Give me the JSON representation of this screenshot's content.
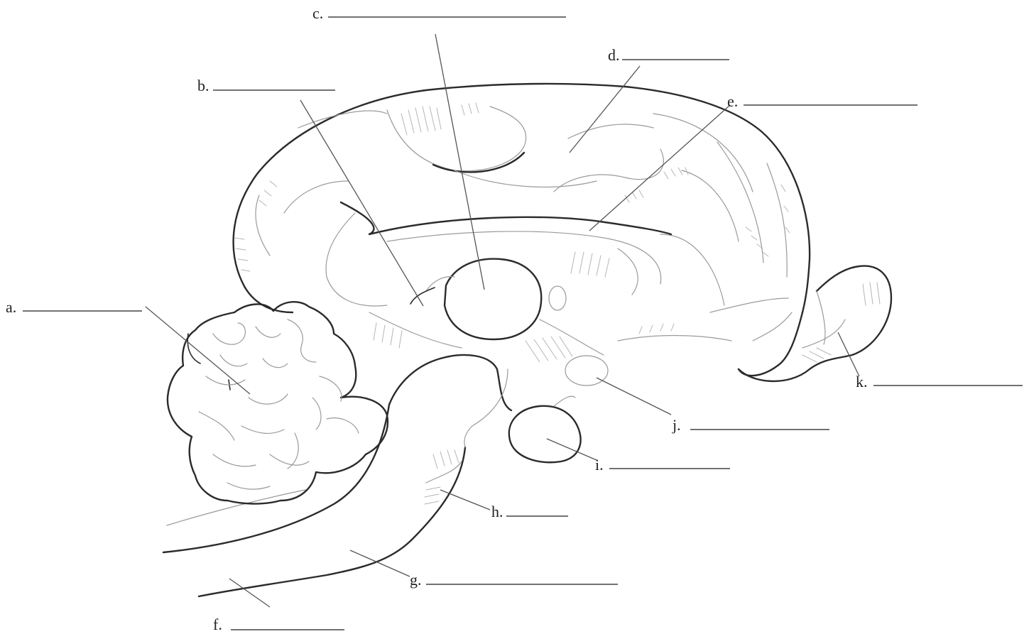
{
  "diagram": {
    "labels": [
      {
        "id": "a",
        "text": "a."
      },
      {
        "id": "b",
        "text": "b."
      },
      {
        "id": "c",
        "text": "c."
      },
      {
        "id": "d",
        "text": "d."
      },
      {
        "id": "e",
        "text": "e."
      },
      {
        "id": "f",
        "text": "f."
      },
      {
        "id": "g",
        "text": "g."
      },
      {
        "id": "h",
        "text": "h."
      },
      {
        "id": "i",
        "text": "i."
      },
      {
        "id": "j",
        "text": "j."
      },
      {
        "id": "k",
        "text": "k."
      }
    ]
  }
}
